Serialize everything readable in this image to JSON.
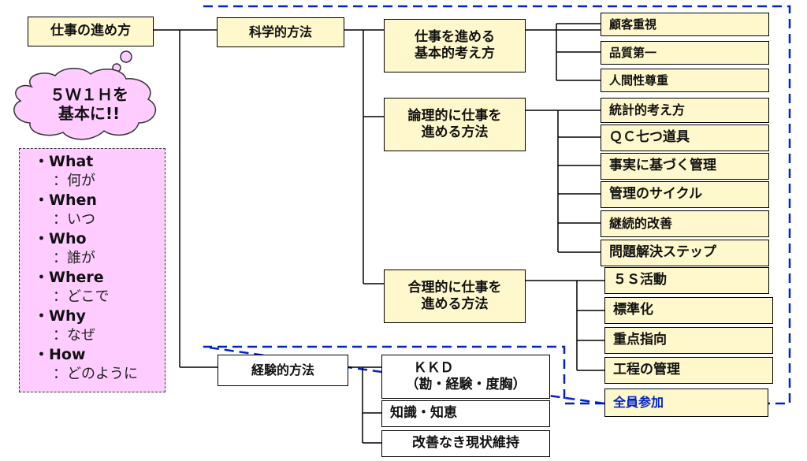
{
  "root": "仕事の進め方",
  "cloud": [
    "５Ｗ１Ｈを",
    "基本に!!"
  ],
  "w5h": [
    {
      "en": "・What",
      "jp": "：何が"
    },
    {
      "en": "・When",
      "jp": "：いつ"
    },
    {
      "en": "・Who",
      "jp": "：誰が"
    },
    {
      "en": "・Where",
      "jp": "：どこで"
    },
    {
      "en": "・Why",
      "jp": "：なぜ"
    },
    {
      "en": "・How",
      "jp": "：どのように"
    }
  ],
  "scientific": {
    "label": "科学的方法",
    "basic": {
      "label": [
        "仕事を進める",
        "基本的考え方"
      ],
      "items": [
        "顧客重視",
        "品質第一",
        "人間性尊重"
      ]
    },
    "logical": {
      "label": [
        "論理的に仕事を",
        "進める方法"
      ],
      "items": [
        "統計的考え方",
        "ＱＣ七つ道具",
        "事実に基づく管理",
        "管理のサイクル",
        "継続的改善",
        "問題解決ステップ"
      ]
    },
    "rational": {
      "label": [
        "合理的に仕事を",
        "進める方法"
      ],
      "items": [
        "５Ｓ活動",
        "標準化",
        "重点指向",
        "工程の管理"
      ]
    },
    "all_participation": "全員参加"
  },
  "empirical": {
    "label": "経験的方法",
    "items": [
      [
        "ＫＫＤ",
        "（勘・経験・度胸）"
      ],
      [
        "知識・知恵"
      ],
      [
        "改善なき現状維持"
      ]
    ]
  },
  "colors": {
    "box_yellow": "#fff8cc",
    "w5h_pink": "#ffccff",
    "dashed_blue": "#0022cc"
  }
}
